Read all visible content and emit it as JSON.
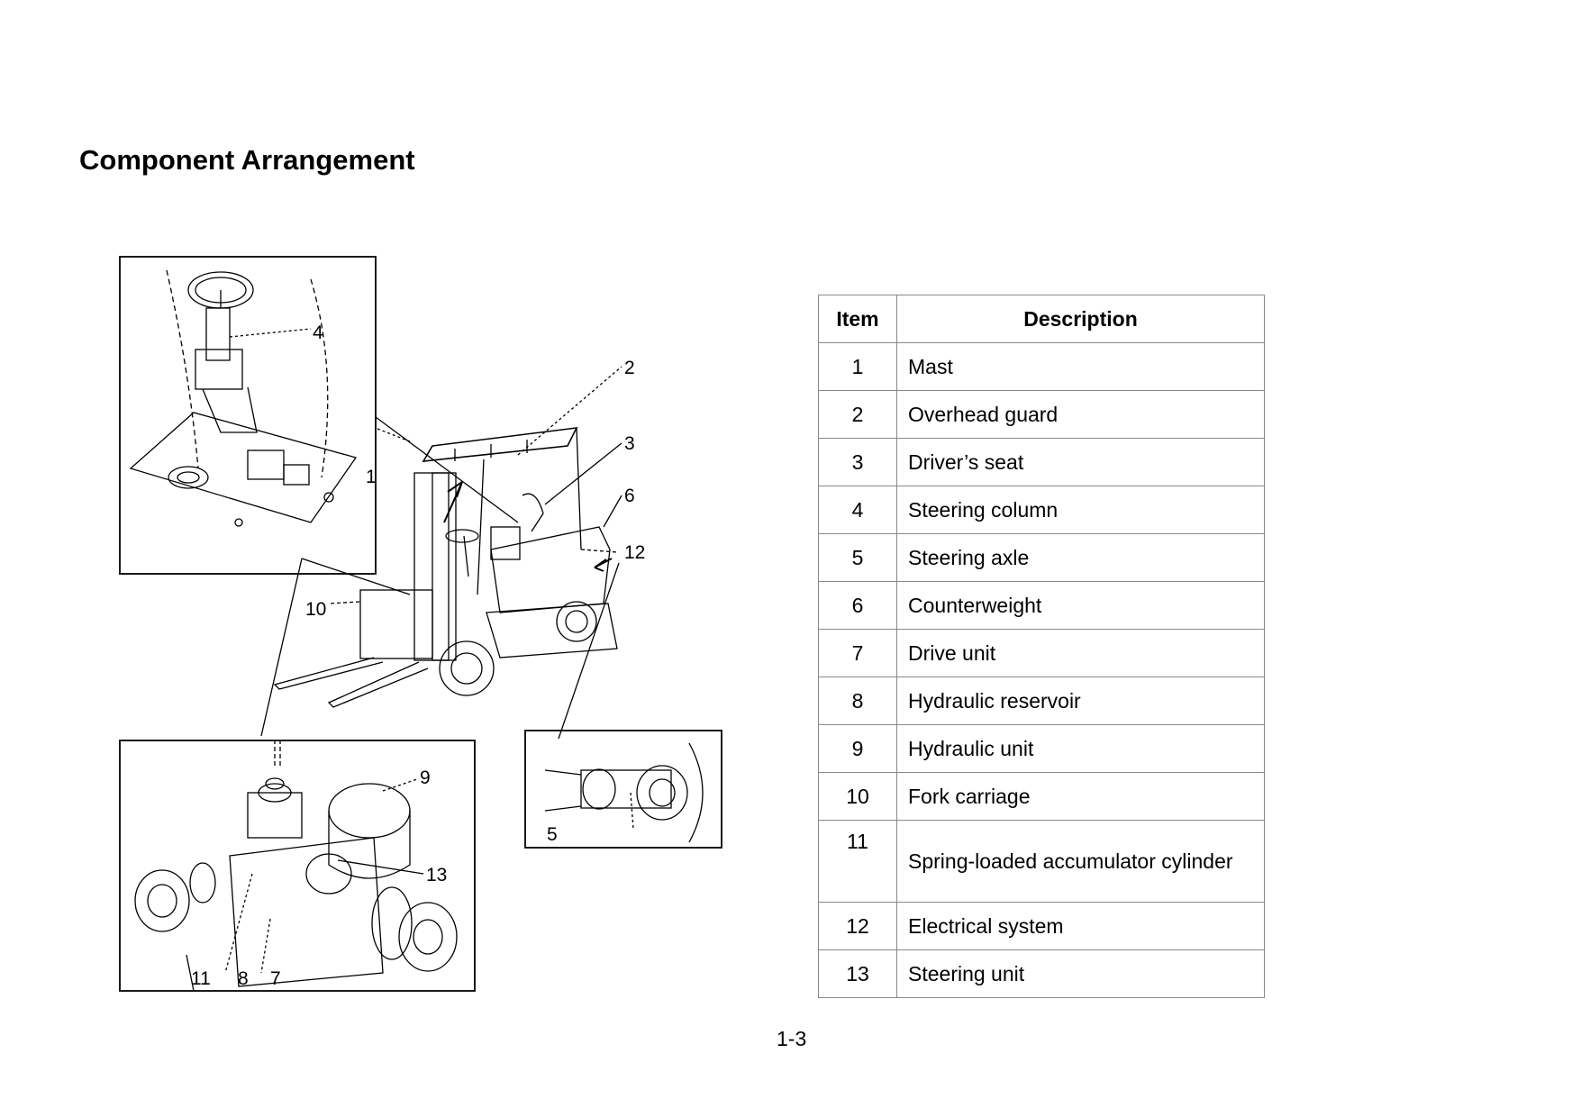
{
  "page": {
    "title": "Component Arrangement",
    "page_number": "1-3"
  },
  "table": {
    "headers": {
      "item": "Item",
      "description": "Description"
    },
    "rows": [
      {
        "item": "1",
        "description": "Mast"
      },
      {
        "item": "2",
        "description": "Overhead guard"
      },
      {
        "item": "3",
        "description": "Driver’s seat"
      },
      {
        "item": "4",
        "description": "Steering column"
      },
      {
        "item": "5",
        "description": "Steering axle"
      },
      {
        "item": "6",
        "description": "Counterweight"
      },
      {
        "item": "7",
        "description": "Drive unit"
      },
      {
        "item": "8",
        "description": "Hydraulic reservoir"
      },
      {
        "item": "9",
        "description": "Hydraulic unit"
      },
      {
        "item": "10",
        "description": "Fork carriage"
      },
      {
        "item": "11",
        "description": "Spring-loaded accumulator cylinder"
      },
      {
        "item": "12",
        "description": "Electrical system"
      },
      {
        "item": "13",
        "description": "Steering unit"
      }
    ]
  },
  "diagram": {
    "callouts": [
      "1",
      "2",
      "3",
      "4",
      "5",
      "6",
      "7",
      "8",
      "9",
      "10",
      "11",
      "12",
      "13"
    ]
  }
}
